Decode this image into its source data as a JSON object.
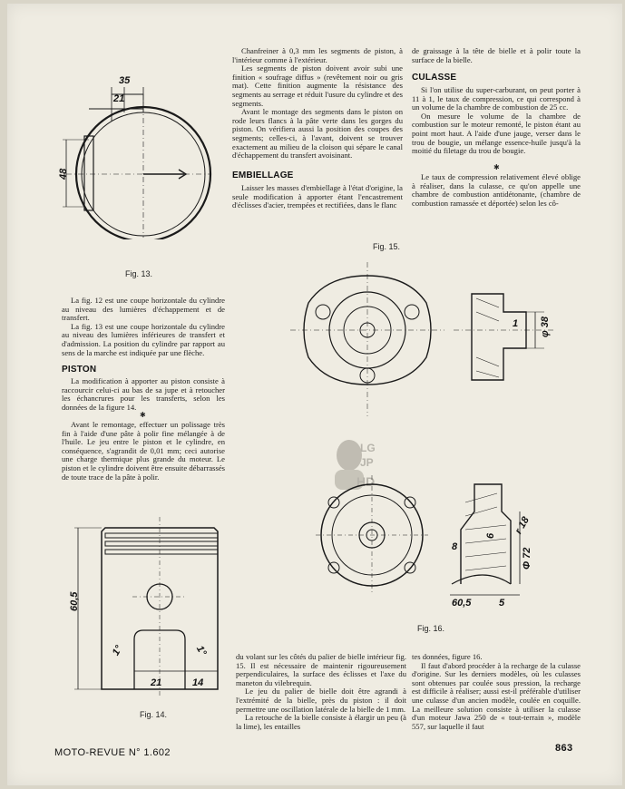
{
  "figures": {
    "fig13": {
      "caption": "Fig. 13.",
      "dims": {
        "d1": "35",
        "d2": "21",
        "d3": "48"
      }
    },
    "fig14": {
      "caption": "Fig. 14.",
      "dims": {
        "d1": "60,5",
        "d2": "21",
        "d3": "14",
        "d4": "1°"
      }
    },
    "fig15": {
      "caption": "Fig. 15.",
      "dims": {
        "d1": "φ 38",
        "d2": "1"
      }
    },
    "fig16": {
      "caption": "Fig. 16.",
      "dims": {
        "d1": "60,5",
        "d2": "5",
        "d3": "Φ 72",
        "d4": "6",
        "d5": "r 18",
        "d6": "8"
      }
    }
  },
  "col_mid_top": {
    "paragraphs": [
      "Chanfreiner à 0,3 mm les segments de piston, à l'intérieur comme à l'extérieur.",
      "Les segments de piston doivent avoir subi une finition « soufrage diffus » (revêtement noir ou gris mat). Cette finition augmente la résistance des segments au serrage et réduit l'usure du cylindre et des segments.",
      "Avant le montage des segments dans le piston on rode leurs flancs à la pâte verte dans les gorges du piston. On vérifiera aussi la position des coupes des segments; celles-ci, à l'avant, doivent se trouver exactement au milieu de la cloison qui sépare le canal d'échappement du transfert avoisinant."
    ],
    "heading": "EMBIELLAGE",
    "paragraphs2": [
      "Laisser les masses d'embiellage à l'état d'origine, la seule modification à apporter étant l'encastrement d'éclisses d'acier, trempées et rectifiées, dans le flanc"
    ]
  },
  "col_right_top": {
    "lead": "de graissage à la tête de bielle et à polir toute la surface de la bielle.",
    "heading": "CULASSE",
    "paragraphs": [
      "Si l'on utilise du super-carburant, on peut porter à 11 à 1, le taux de compression, ce qui correspond à un volume de la chambre de combustion de 25 cc.",
      "On mesure le volume de la chambre de combustion sur le moteur remonté, le piston étant au point mort haut. A l'aide d'une jauge, verser dans le trou de bougie, un mélange essence-huile jusqu'à la moitié du filetage du trou de bougie."
    ],
    "star": "✱",
    "paragraphs2": [
      "Le taux de compression relativement élevé oblige à réaliser, dans la culasse, ce qu'on appelle une chambre de combustion antidétonante, (chambre de combustion ramassée et déportée) selon les cô-"
    ]
  },
  "col_left": {
    "paragraphs": [
      "La fig. 12 est une coupe horizontale du cylindre au niveau des lumières d'échappement et de transfert.",
      "La fig. 13 est une coupe horizontale du cylindre au niveau des lumières inférieures de transfert et d'admission. La position du cylindre par rapport au sens de la marche est indiquée par une flèche."
    ],
    "heading": "PISTON",
    "paragraphs2": [
      "La modification à apporter au piston consiste à raccourcir celui-ci au bas de sa jupe et à retoucher les échancrures pour les transferts, selon les données de la figure 14."
    ],
    "star": "✱",
    "paragraphs3": [
      "Avant le remontage, effectuer un polissage très fin à l'aide d'une pâte à polir fine mélangée à de l'huile. Le jeu entre le piston et le cylindre, en conséquence, s'agrandit de 0,01 mm; ceci autorise une charge thermique plus grande du moteur. Le piston et le cylindre doivent être ensuite débarrassés de toute trace de la pâte à polir."
    ]
  },
  "col_mid_bottom": {
    "paragraphs": [
      "du volant sur les côtés du palier de bielle intérieur fig. 15. Il est nécessaire de maintenir rigoureusement perpendiculaires, la surface des éclisses et l'axe du maneton du vilebrequin.",
      "Le jeu du palier de bielle doit être agrandi à l'extrémité de la bielle, près du piston : il doit permettre une oscillation latérale de la bielle de 1 mm.",
      "La retouche de la bielle consiste à élargir un peu (à la lime), les entailles"
    ]
  },
  "col_right_bottom": {
    "lead": "tes données, figure 16.",
    "paragraphs": [
      "Il faut d'abord procéder à la recharge de la culasse d'origine. Sur les derniers modèles, où les culasses sont obtenues par coulée sous pression, la recharge est difficile à réaliser; aussi est-il préférable d'utiliser une culasse d'un ancien modèle, coulée en coquille. La meilleure solution consiste à utiliser la culasse d'un moteur Jawa 250 de « tout-terrain », modèle 557, sur laquelle il faut"
    ]
  },
  "watermark": {
    "l1": "LG",
    "l2": "JP",
    "l3": "HD"
  },
  "footer": {
    "magazine": "MOTO-REVUE N° 1.602",
    "page": "863"
  }
}
